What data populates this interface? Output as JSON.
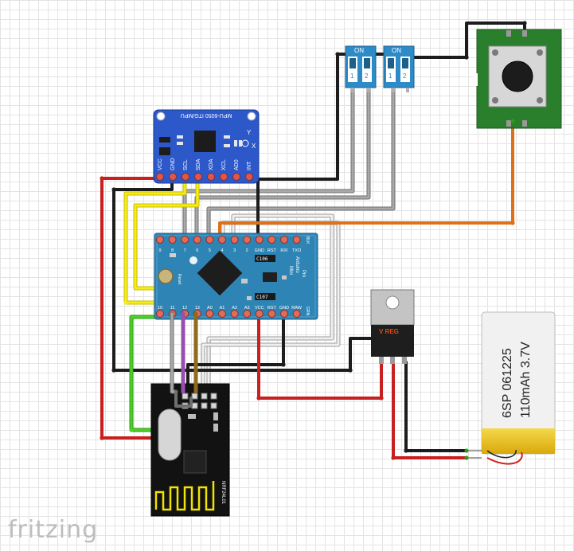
{
  "brand": "fritzing",
  "mpu": {
    "title": "MPU-6050 ITG/MPU",
    "pins": [
      "VCC",
      "GND",
      "SCL",
      "SDA",
      "XDA",
      "XCL",
      "AD0",
      "INT"
    ],
    "axis_y": "Y",
    "axis_x": "X"
  },
  "arduino": {
    "top_pins": [
      "9",
      "8",
      "7",
      "6",
      "5",
      "4",
      "3",
      "2",
      "GND",
      "RST",
      "RXI",
      "TXO"
    ],
    "bottom_pins": [
      "10",
      "11",
      "12",
      "13",
      "A0",
      "A1",
      "A2",
      "A3",
      "VCC",
      "RST",
      "GND",
      "RAW"
    ],
    "blk": "BLK",
    "grn": "GRN",
    "reset_label": "Reset",
    "chip_top": "C106",
    "chip_bottom": "C107",
    "side_text": [
      "Arduino",
      "Pro",
      "Mini"
    ]
  },
  "dip_switches": [
    {
      "on_label": "ON",
      "numbers": [
        "1",
        "2"
      ]
    },
    {
      "on_label": "ON",
      "numbers": [
        "1",
        "2"
      ]
    }
  ],
  "regulator": {
    "label": "V REG"
  },
  "battery": {
    "line1": "6SP 061225",
    "line2": "110mAh 3.7V"
  },
  "nrf": {
    "label": "NRF24L01"
  },
  "colors": {
    "wire_black": "#1c1c1c",
    "wire_red": "#c81f1f",
    "wire_yellow": "#f2e600",
    "wire_green": "#3dbb1e",
    "wire_gray": "#8c8c8c",
    "wire_white": "#ededed",
    "wire_purple": "#9a4fb0",
    "wire_brown": "#8f6a1f",
    "wire_orange": "#e07017",
    "arduino_board": "#2e85b5",
    "mpu_board": "#2c58c9",
    "switch_board": "#2a7f2c",
    "battery_body": "#f3f3f3",
    "battery_band": "#ebc51f"
  }
}
